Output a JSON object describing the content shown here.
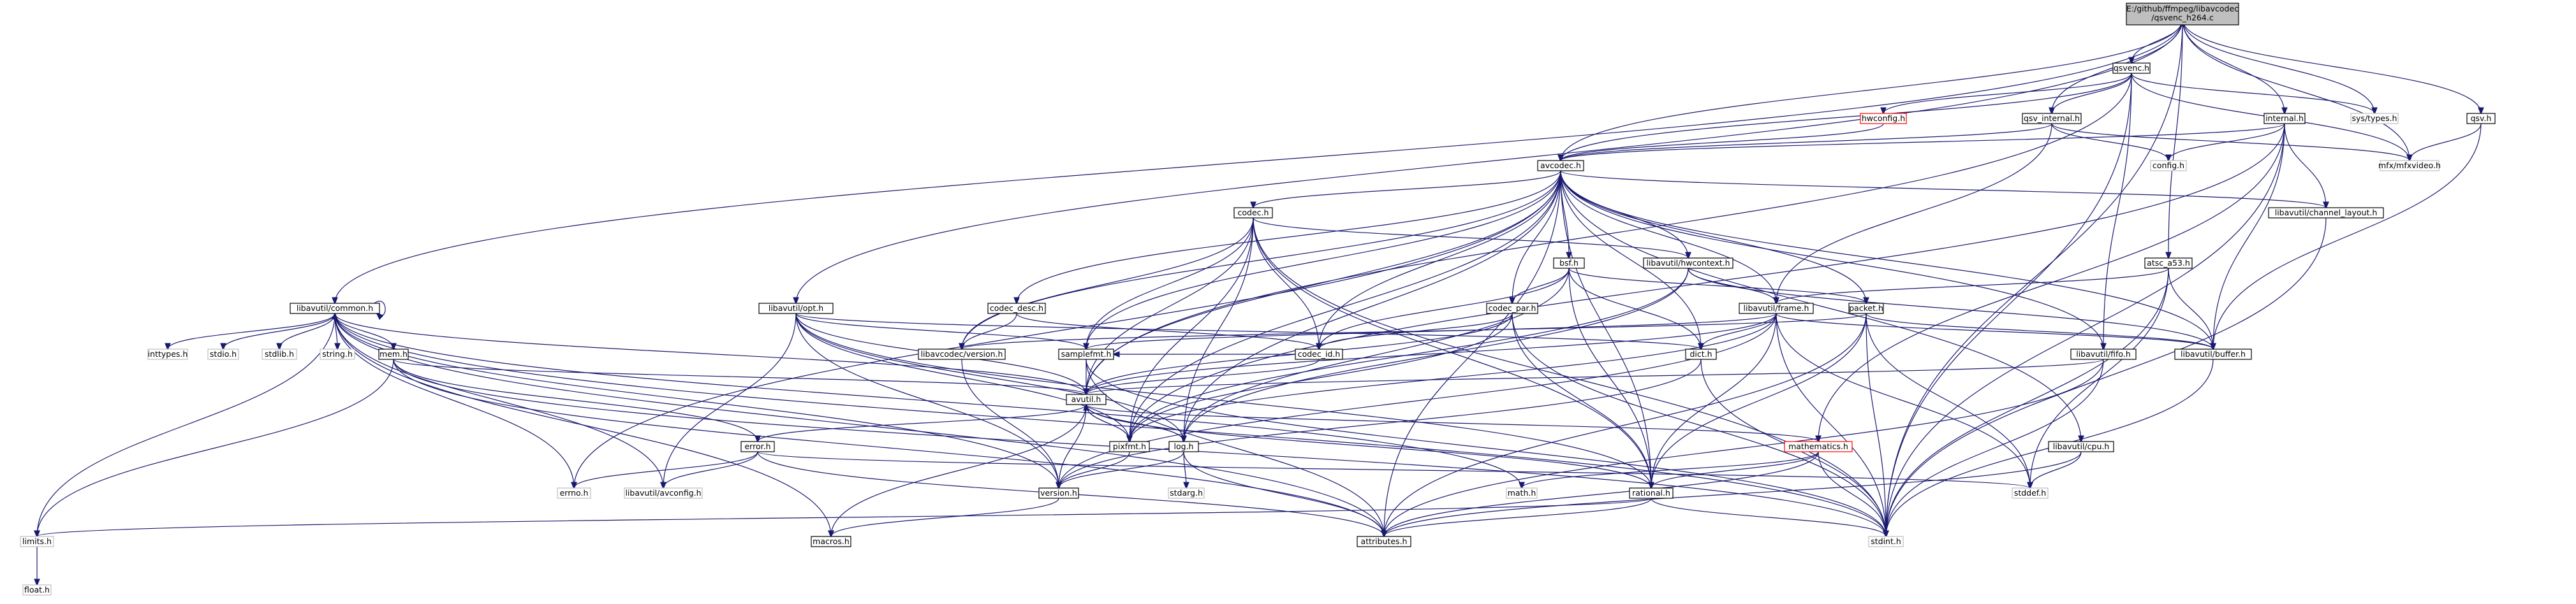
{
  "graph": {
    "root": [
      "E:/github/ffmpeg/libavcodec",
      "/qsvenc_h264.c"
    ],
    "nodes": {
      "qsvenc_h": "qsvenc.h",
      "internal_h": "internal.h",
      "qsv_h": "qsv.h",
      "sys_types_h": "sys/types.h",
      "hwconfig_h": "hwconfig.h",
      "qsv_internal_h": "qsv_internal.h",
      "config_h": "config.h",
      "mfxvideo_h": "mfx/mfxvideo.h",
      "avcodec_h": "avcodec.h",
      "codec_h": "codec.h",
      "bsf_h": "bsf.h",
      "hwcontext_h": "libavutil/hwcontext.h",
      "channel_layout_h": "libavutil/channel_layout.h",
      "atsc_a53_h": "atsc_a53.h",
      "opt_h": "libavutil/opt.h",
      "common_h": "libavutil/common.h",
      "codec_desc_h": "codec_desc.h",
      "codec_par_h": "codec_par.h",
      "frame_h": "libavutil/frame.h",
      "packet_h": "packet.h",
      "inttypes_h": "inttypes.h",
      "stdio_h": "stdio.h",
      "stdlib_h": "stdlib.h",
      "string_h": "string.h",
      "mem_h": "mem.h",
      "version_h_codec": "libavcodec/version.h",
      "samplefmt_h": "samplefmt.h",
      "codec_id_h": "codec_id.h",
      "dict_h": "dict.h",
      "buffer_h": "libavutil/buffer.h",
      "fifo_h": "libavutil/fifo.h",
      "avutil_h": "avutil.h",
      "error_h": "error.h",
      "pixfmt_h": "pixfmt.h",
      "log_h": "log.h",
      "mathematics_h": "mathematics.h",
      "cpu_h": "libavutil/cpu.h",
      "errno_h": "errno.h",
      "avconfig_h": "libavutil/avconfig.h",
      "version_h": "version.h",
      "stdarg_h": "stdarg.h",
      "math_h": "math.h",
      "rational_h": "rational.h",
      "stddef_h": "stddef.h",
      "limits_h": "limits.h",
      "macros_h": "macros.h",
      "attributes_h": "attributes.h",
      "stdint_h": "stdint.h",
      "float_h": "float.h"
    }
  }
}
